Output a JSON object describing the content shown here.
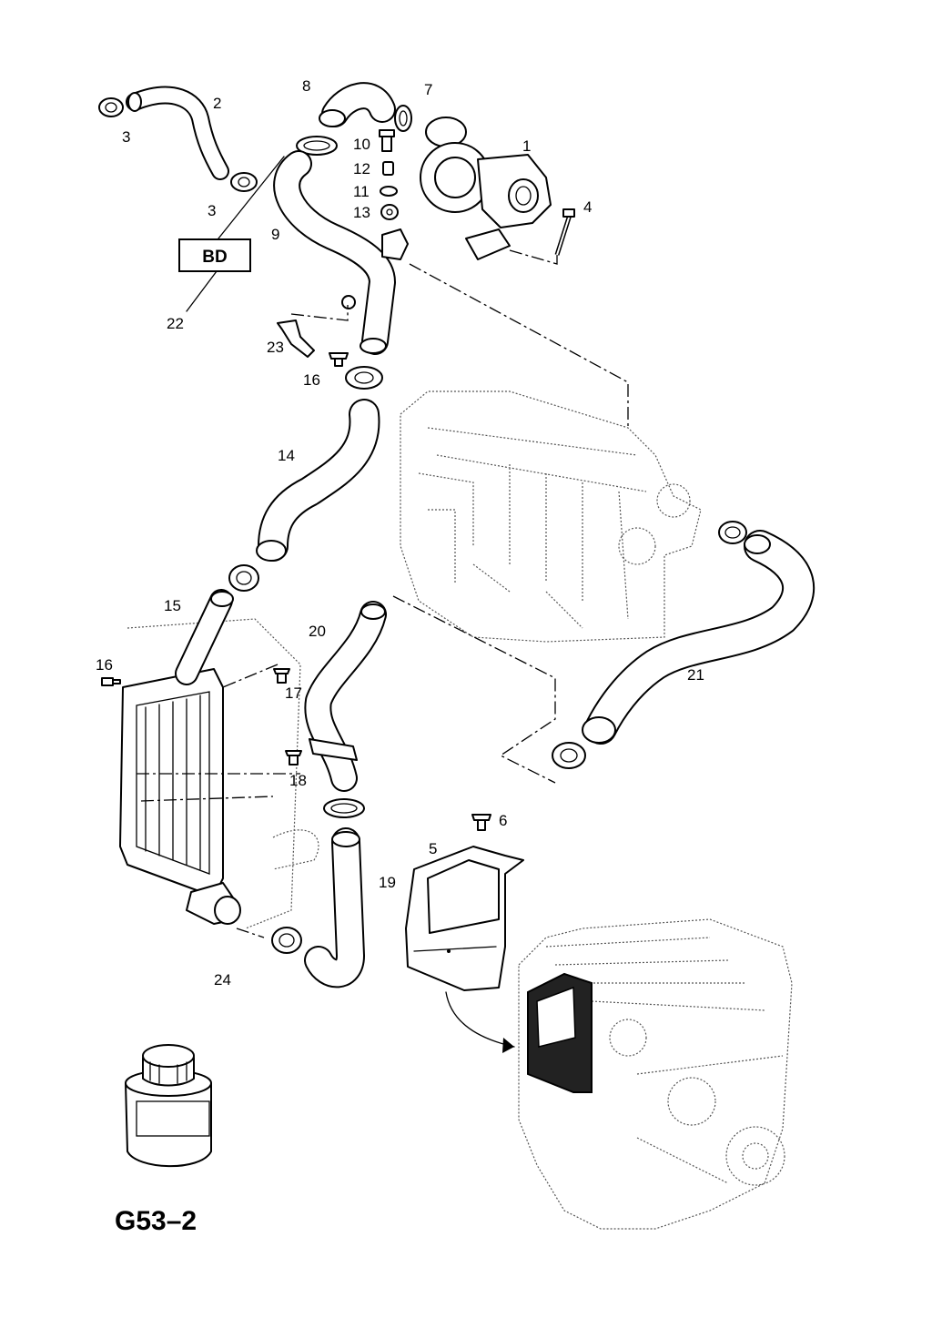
{
  "figure": {
    "code": "G53–2",
    "box_label": "BD",
    "callouts": [
      "1",
      "2",
      "3",
      "3",
      "4",
      "5",
      "6",
      "7",
      "8",
      "9",
      "10",
      "11",
      "12",
      "13",
      "14",
      "15",
      "16",
      "16",
      "17",
      "18",
      "19",
      "20",
      "21",
      "22",
      "23",
      "24"
    ]
  }
}
